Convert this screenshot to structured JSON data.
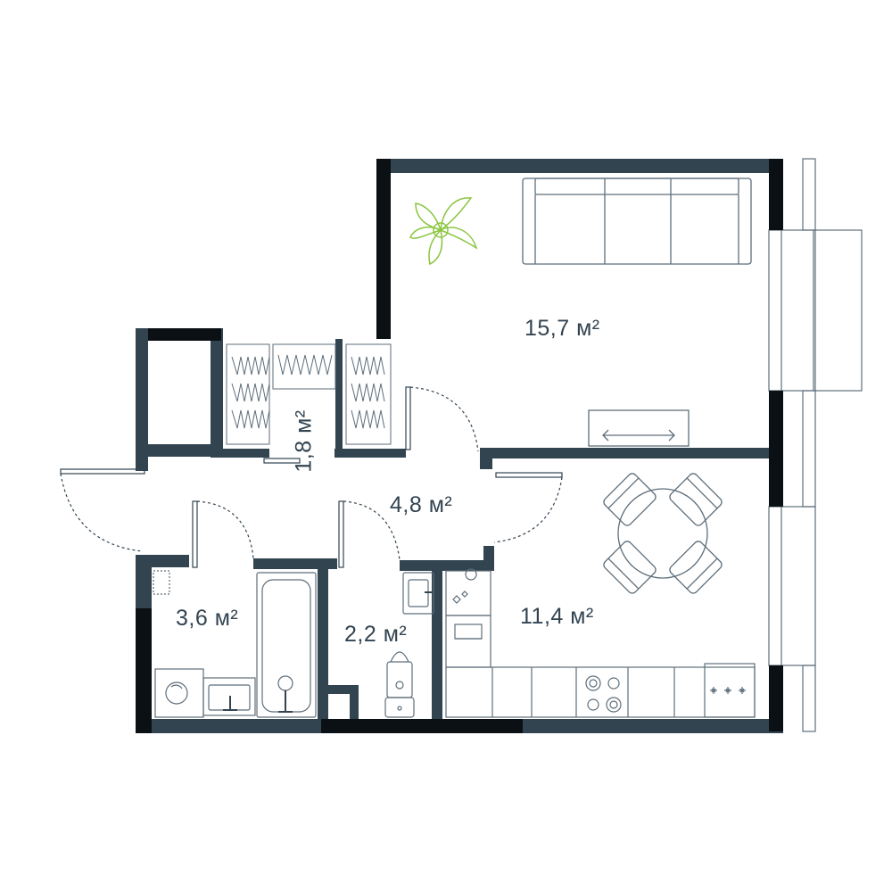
{
  "colors": {
    "wall": "#334451",
    "wall_dark": "#0b1014",
    "furniture": "#5e6e7a",
    "plant": "#8ac53f",
    "background": "#ffffff"
  },
  "rooms": [
    {
      "id": "living",
      "area": "15,7 м²"
    },
    {
      "id": "kitchen",
      "area": "11,4 м²"
    },
    {
      "id": "hall",
      "area": "4,8 м²"
    },
    {
      "id": "bathroom",
      "area": "3,6 м²"
    },
    {
      "id": "toilet",
      "area": "2,2 м²"
    },
    {
      "id": "wardrobe",
      "area": "1,8 м²"
    }
  ],
  "icons": [
    "sofa-icon",
    "plant-icon",
    "tv-stand-icon",
    "dining-set-icon",
    "bathtub-icon",
    "washing-machine-icon",
    "sink-icon",
    "toilet-icon",
    "stove-icon",
    "wardrobe-icon",
    "door-icon",
    "window-icon"
  ]
}
